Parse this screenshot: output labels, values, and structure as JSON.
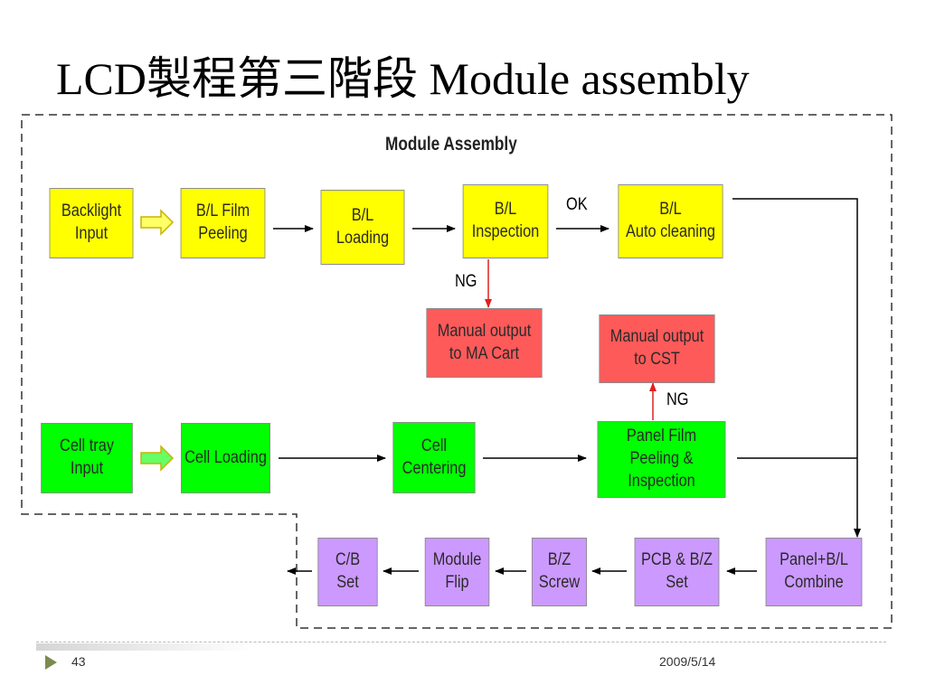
{
  "slide": {
    "title": "LCD製程第三階段 Module assembly",
    "page_number": "43",
    "date": "2009/5/14"
  },
  "diagram": {
    "title": "Module Assembly",
    "nodes": {
      "backlight_input": "Backlight\nInput",
      "bl_film_peeling": "B/L Film\nPeeling",
      "bl_loading": "B/L\nLoading",
      "bl_inspection": "B/L\nInspection",
      "bl_auto_cleaning": "B/L\nAuto cleaning",
      "manual_output_ma_cart": "Manual output\nto MA Cart",
      "manual_output_cst": "Manual output\nto CST",
      "cell_tray_input": "Cell tray\nInput",
      "cell_loading": "Cell Loading",
      "cell_centering": "Cell\nCentering",
      "panel_film_peeling": "Panel Film\nPeeling & Inspection",
      "panel_bl_combine": "Panel+B/L\nCombine",
      "pcb_bz_set": "PCB & B/Z\nSet",
      "bz_screw": "B/Z\nScrew",
      "module_flip": "Module\nFlip",
      "cb_set": "C/B\nSet"
    },
    "labels": {
      "ok": "OK",
      "ng_inspection": "NG",
      "ng_panel": "NG"
    },
    "colors": {
      "bl_process": "#ffff00",
      "cell_process": "#00ff00",
      "reject_output": "#ff5a5a",
      "combine_process": "#cc99ff",
      "ng_arrow": "#e02020",
      "hollow_arrow_outline": "#c8b400",
      "hollow_arrow_fill_bl": "#ffff66",
      "hollow_arrow_fill_cell": "#66ff66"
    }
  }
}
